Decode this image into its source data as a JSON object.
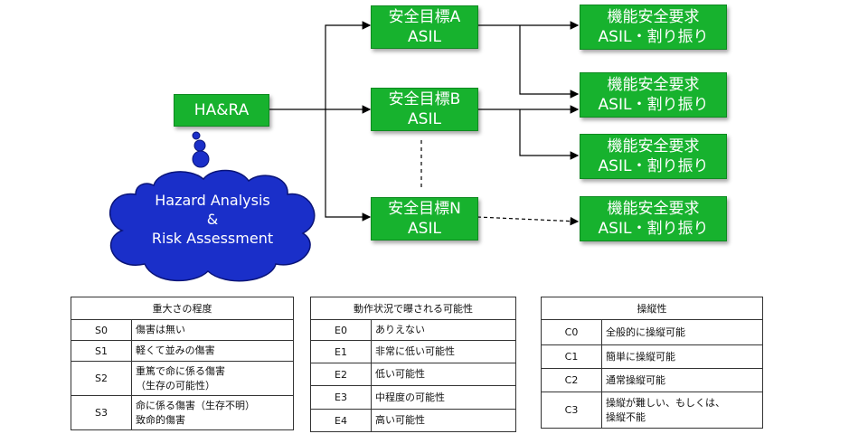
{
  "colors": {
    "box_fill": "#17b22e",
    "cloud_fill": "#1a2fc9",
    "line": "#000000"
  },
  "diagram": {
    "root": "HA&RA",
    "cloud": [
      "Hazard Analysis",
      "&",
      "Risk Assessment"
    ],
    "goals": [
      {
        "line1": "安全目標A",
        "line2": "ASIL"
      },
      {
        "line1": "安全目標B",
        "line2": "ASIL"
      },
      {
        "line1": "安全目標N",
        "line2": "ASIL"
      }
    ],
    "requirements": [
      {
        "line1": "機能安全要求",
        "line2": "ASIL・割り振り"
      },
      {
        "line1": "機能安全要求",
        "line2": "ASIL・割り振り"
      },
      {
        "line1": "機能安全要求",
        "line2": "ASIL・割り振り"
      },
      {
        "line1": "機能安全要求",
        "line2": "ASIL・割り振り"
      }
    ]
  },
  "tables": {
    "severity": {
      "header": "重大さの程度",
      "rows": [
        {
          "code": "S0",
          "lines": [
            "傷害は無い"
          ]
        },
        {
          "code": "S1",
          "lines": [
            "軽くて並みの傷害"
          ]
        },
        {
          "code": "S2",
          "lines": [
            "重篤で命に係る傷害",
            "（生存の可能性）"
          ]
        },
        {
          "code": "S3",
          "lines": [
            "命に係る傷害（生存不明）",
            "致命的傷害"
          ]
        }
      ]
    },
    "exposure": {
      "header": "動作状況で曝される可能性",
      "rows": [
        {
          "code": "E0",
          "lines": [
            "ありえない"
          ]
        },
        {
          "code": "E1",
          "lines": [
            "非常に低い可能性"
          ]
        },
        {
          "code": "E2",
          "lines": [
            "低い可能性"
          ]
        },
        {
          "code": "E3",
          "lines": [
            "中程度の可能性"
          ]
        },
        {
          "code": "E4",
          "lines": [
            "高い可能性"
          ]
        }
      ]
    },
    "controllability": {
      "header": "操縦性",
      "rows": [
        {
          "code": "C0",
          "lines": [
            "全般的に操縦可能"
          ]
        },
        {
          "code": "C1",
          "lines": [
            "簡単に操縦可能"
          ]
        },
        {
          "code": "C2",
          "lines": [
            "通常操縦可能"
          ]
        },
        {
          "code": "C3",
          "lines": [
            "操縦が難しい、もしくは、",
            "操縦不能"
          ]
        }
      ]
    }
  }
}
